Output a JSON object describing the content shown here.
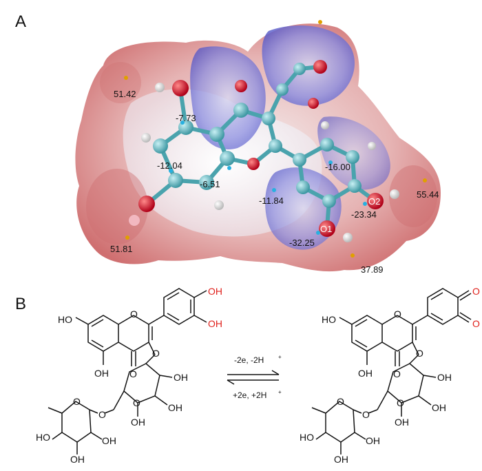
{
  "panels": {
    "a_label": "A",
    "b_label": "B"
  },
  "esp_values": {
    "v1": "51.42",
    "v2": "-7.73",
    "v3": "-12.04",
    "v4": "-6.51",
    "v5": "-16.00",
    "v6": "55.44",
    "v7": "-11.84",
    "v8": "-23.34",
    "v9": "-32.25",
    "v10": "51.81",
    "v11": "37.89"
  },
  "atom_labels": {
    "o1": "O1",
    "o2": "O2"
  },
  "reaction": {
    "forward": "-2e, -2H",
    "reverse": "+2e, +2H",
    "superscript": "+"
  },
  "groups": {
    "oh": "OH",
    "ho": "HO",
    "o": "O"
  },
  "colors": {
    "surface_red": "#d9868a",
    "surface_blue": "#6f72d8",
    "carbon": "#4aa3ad",
    "oxygen": "#d41025",
    "red_text": "#e0201b"
  }
}
